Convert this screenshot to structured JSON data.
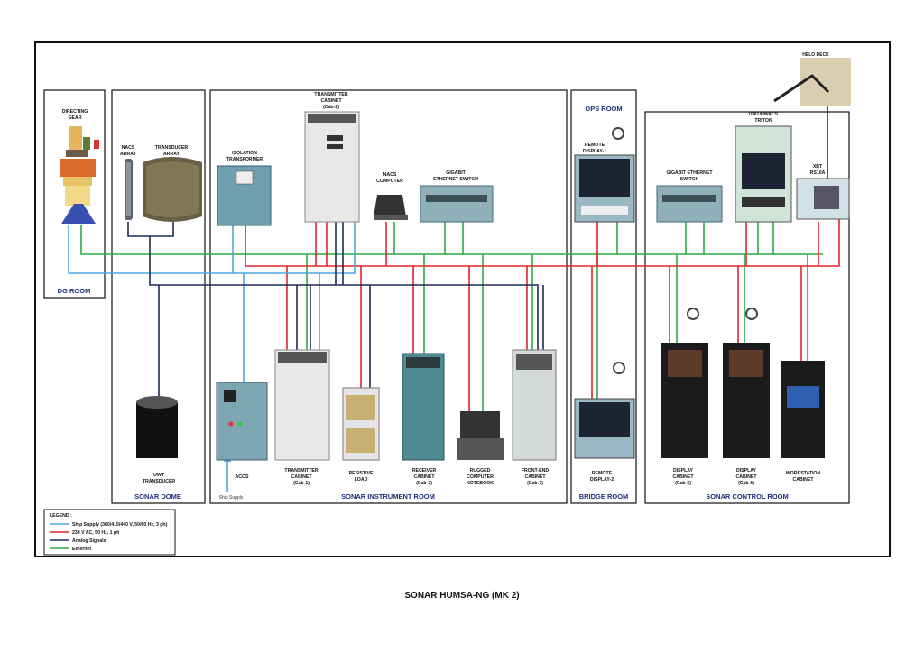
{
  "title": "SONAR HUMSA-NG (MK 2)",
  "colors": {
    "ship_supply": "#4da6e0",
    "power_230v": "#e0262b",
    "analog": "#1f2a5a",
    "ethernet": "#2fa84a",
    "room_label": "#1c2f7a"
  },
  "rooms": {
    "dg": "DG ROOM",
    "sonar_dome": "SONAR DOME",
    "instrument": "SONAR INSTRUMENT ROOM",
    "ops": "OPS ROOM",
    "bridge": "BRIDGE ROOM",
    "control": "SONAR CONTROL ROOM",
    "helo": "HELO DECK"
  },
  "equipment": {
    "directing_gear": [
      "DIRECTING",
      "GEAR"
    ],
    "nacs_array": [
      "NACS",
      "ARRAY"
    ],
    "transducer_array": [
      "TRANSDUCER",
      "ARRAY"
    ],
    "isolation_transformer": [
      "ISOLATION",
      "TRANSFORMER"
    ],
    "transmitter_cab2": [
      "TRANSMITTER",
      "CABINET",
      "(Cab-2)"
    ],
    "nacs_computer": [
      "NACS",
      "COMPUTER"
    ],
    "gigabit_switch_1": [
      "GIGABIT",
      "ETHERNET SWITCH"
    ],
    "remote_display_1": [
      "REMOTE",
      "DISPLAY-1"
    ],
    "gigabit_switch_2": [
      "GIGABIT ETHERNET",
      "SWITCH"
    ],
    "triton": [
      "UWT/UWACS",
      "TRITON"
    ],
    "xbt": [
      "XBT",
      "RS10A"
    ],
    "uwt_transducer": [
      "UWT",
      "TRANSDUCER"
    ],
    "acos": [
      "ACOS"
    ],
    "ship_supply": "Ship Supply",
    "transmitter_cab1": [
      "TRANSMITTER",
      "CABINET",
      "(Cab-1)"
    ],
    "resistive_load": [
      "RESISTIVE",
      "LOAD"
    ],
    "receiver_cab3": [
      "RECEIVER",
      "CABINET",
      "(Cab-3)"
    ],
    "rugged_notebook": [
      "RUGGED",
      "COMPUTER",
      "NOTEBOOK"
    ],
    "frontend_cab7": [
      "FRONT-END",
      "CABINET",
      "(Cab-7)"
    ],
    "remote_display_2": [
      "REMOTE",
      "DISPLAY-2"
    ],
    "display_cab5": [
      "DISPLAY",
      "CABINET",
      "(Cab-5)"
    ],
    "display_cab6": [
      "DISPLAY",
      "CABINET",
      "(Cab-6)"
    ],
    "workstation_cab": [
      "WORKSTATION",
      "CABINET"
    ]
  },
  "legend": {
    "heading": "LEGEND :",
    "items": [
      {
        "label": "Ship Supply (380/415/440 V, 50/60 Hz, 3 ph)",
        "color": "#4da6e0"
      },
      {
        "label": "230 V AC, 50 Hz, 1 ph",
        "color": "#e0262b"
      },
      {
        "label": "Analog Signals",
        "color": "#1f2a5a"
      },
      {
        "label": "Ethernet",
        "color": "#2fa84a"
      }
    ]
  }
}
